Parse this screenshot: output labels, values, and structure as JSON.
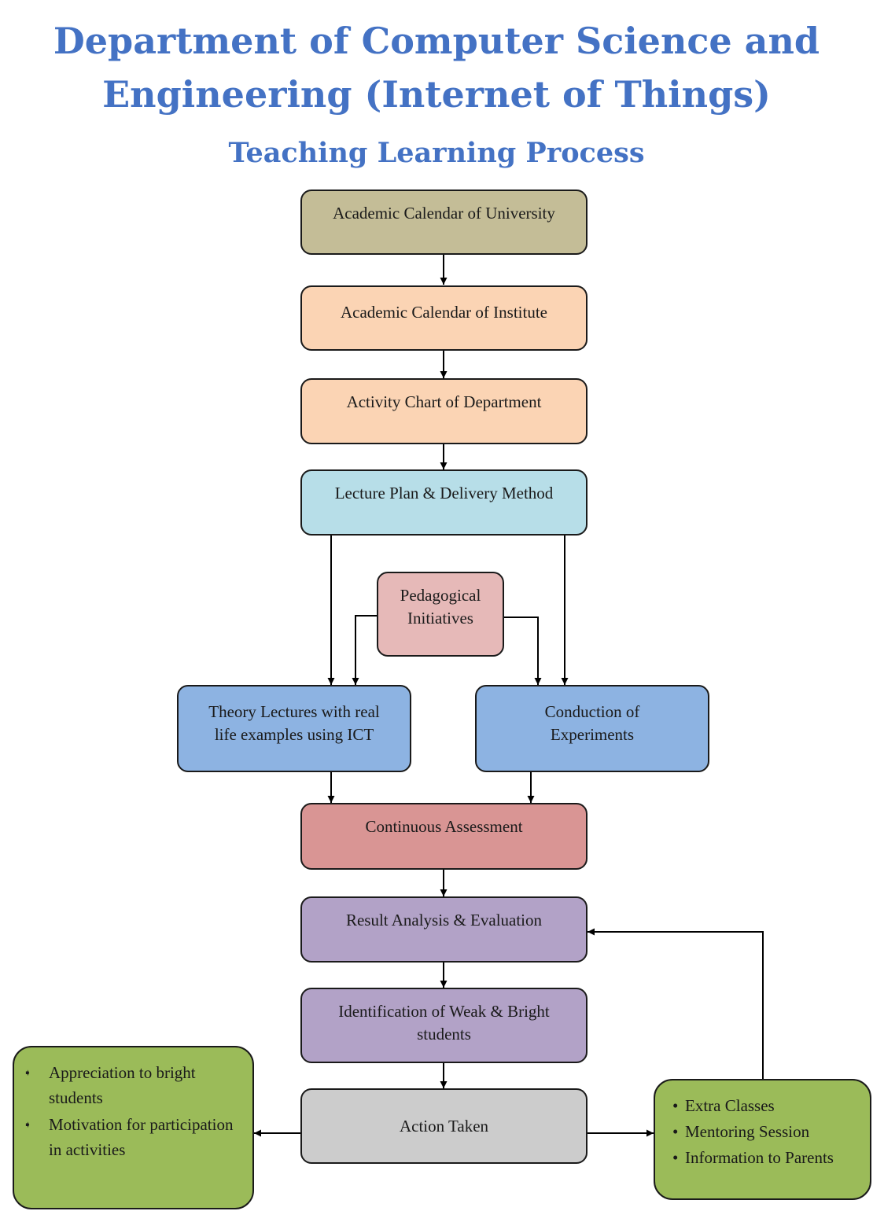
{
  "header": {
    "line1": "Department of Computer Science and",
    "line2": "Engineering (Internet of Things)",
    "subtitle": "Teaching Learning Process"
  },
  "nodes": {
    "university_calendar": "Academic Calendar of University",
    "institute_calendar": "Academic Calendar of Institute",
    "activity_chart": "Activity Chart of Department",
    "lecture_plan": "Lecture Plan & Delivery Method",
    "pedagogical": [
      "Pedagogical",
      "Initiatives"
    ],
    "theory_lectures": [
      "Theory Lectures with real",
      "life examples using ICT"
    ],
    "experiments": [
      "Conduction of",
      "Experiments"
    ],
    "continuous_assessment": "Continuous Assessment",
    "result_analysis": "Result Analysis & Evaluation",
    "identification": [
      "Identification of Weak & Bright",
      "students"
    ],
    "action_taken": "Action Taken"
  },
  "bright_actions": [
    "Appreciation to bright students",
    "Motivation for participation in activities"
  ],
  "weak_actions": [
    "Extra Classes",
    "Mentoring Session",
    "Information to Parents"
  ]
}
